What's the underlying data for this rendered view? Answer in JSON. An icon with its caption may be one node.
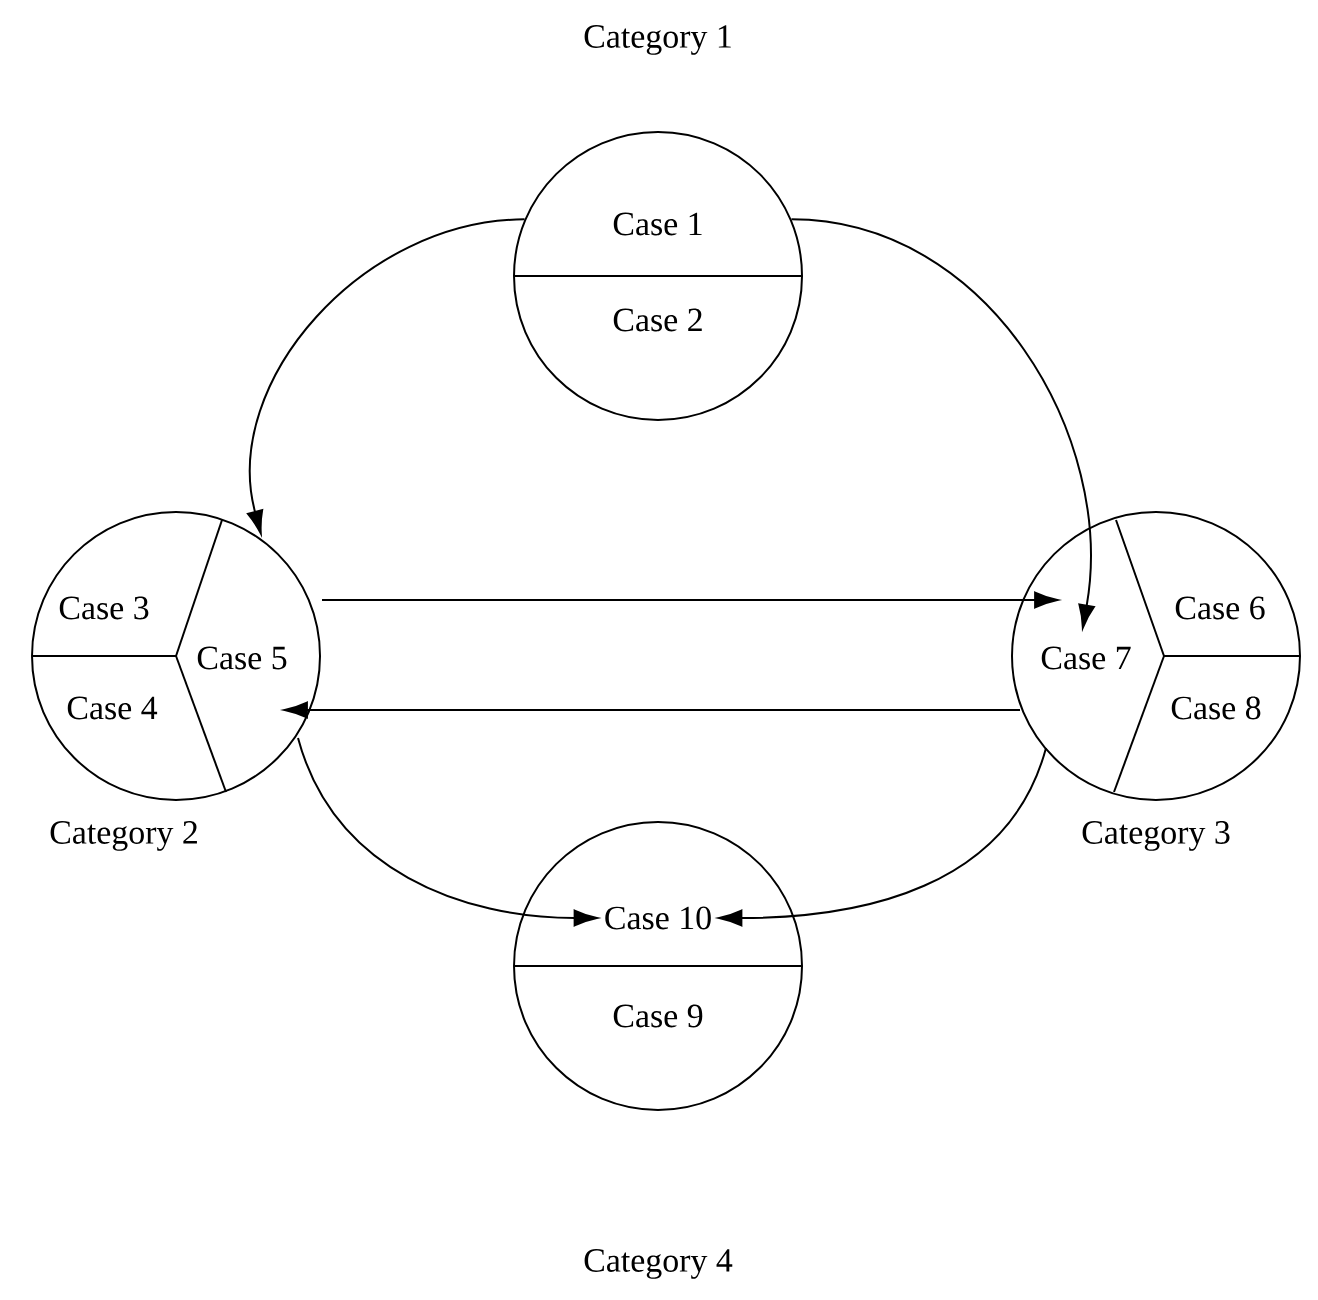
{
  "diagram": {
    "nodes": [
      {
        "text": [
          "Category 1"
        ]
      },
      {
        "text": [
          "Case 1"
        ],
        "in": 0
      },
      {
        "text": [
          "Case 2"
        ],
        "in": 0
      },
      {
        "text": [
          "Category 2"
        ]
      },
      {
        "text": [
          "Case 3"
        ],
        "in": 3
      },
      {
        "text": [
          "Case 4"
        ],
        "in": 3
      },
      {
        "text": [
          "Case 5"
        ],
        "in": 3
      },
      {
        "text": [
          "Category 3"
        ]
      },
      {
        "text": [
          "Case 7"
        ],
        "in": 7
      },
      {
        "text": [
          "Case 6"
        ],
        "in": 7
      },
      {
        "text": [
          "Case 8"
        ],
        "in": 7
      },
      {
        "text": [
          "Category 4"
        ]
      },
      {
        "text": [
          "Case 10"
        ],
        "in": 11
      },
      {
        "text": [
          "Case 9"
        ],
        "in": 11
      }
    ],
    "edges": [
      {
        "from": 0,
        "to": 6,
        "arrow": "to"
      },
      {
        "from": 0,
        "to": 8,
        "arrow": "to"
      },
      {
        "from": 6,
        "to": 8,
        "arrow": "to"
      },
      {
        "from": 8,
        "to": 6,
        "arrow": "to"
      },
      {
        "from": 6,
        "to": 12,
        "arrow": "to"
      },
      {
        "from": 8,
        "to": 12,
        "arrow": "to"
      }
    ]
  }
}
